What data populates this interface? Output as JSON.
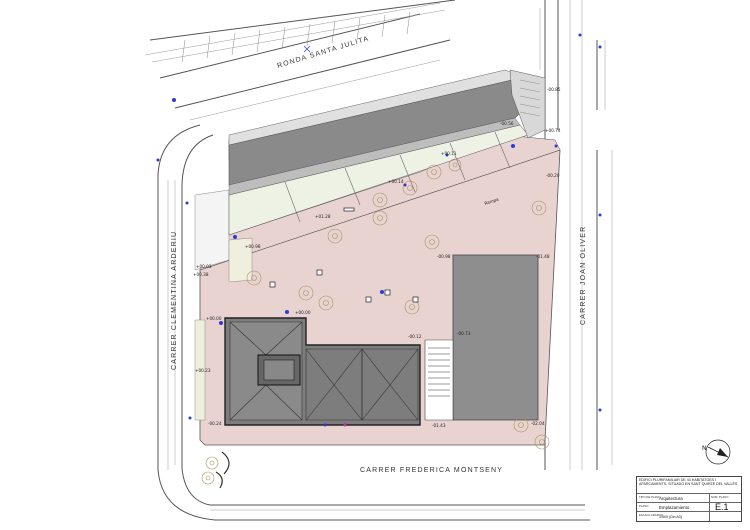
{
  "streets": {
    "ronda": "RONDA SANTA JULITA",
    "clementina": "CARRER CLEMENTINA ARDERIU",
    "joan": "CARRER JOAN OLIVER",
    "frederica": "CARRER FREDERICA MONTSENY"
  },
  "levels": {
    "l1": "+00.00",
    "l2": "+00.00",
    "l3": "-00.12",
    "l4": "-00.73",
    "l5": "-01.43",
    "l6": "-02.04",
    "l7": "-00.24",
    "l8": "+00.23",
    "l9": "-01.48",
    "l10": "-00.98",
    "l11": "+00.03",
    "l12": "+00.38",
    "l13": "+00.98",
    "l14": "+01.28",
    "l15": "+00.11",
    "l16": "-00.56",
    "l17": "-00.85",
    "l18": "-00.20",
    "l19": "+00.14",
    "l20": "+00.74"
  },
  "ramp_label": "Rampa",
  "north_label": "N",
  "titleblock": {
    "project": "EDIFICI PLURIFAMILIAR DE 43 HABITATGES I APARCAMENTS, SITUADO EN SANT QUIRZE DEL VALLÈS",
    "tipo_label": "TIPO DE PLANO",
    "tipo_value": "Arquitectura",
    "num_label": "NUM. PLANO",
    "plano_label": "PLANO",
    "plano_value": "Emplazamiento",
    "escala_label": "ESCALA GRÁFICA",
    "escala_value": "1/400 (Din A3)",
    "numero": "E.1"
  }
}
